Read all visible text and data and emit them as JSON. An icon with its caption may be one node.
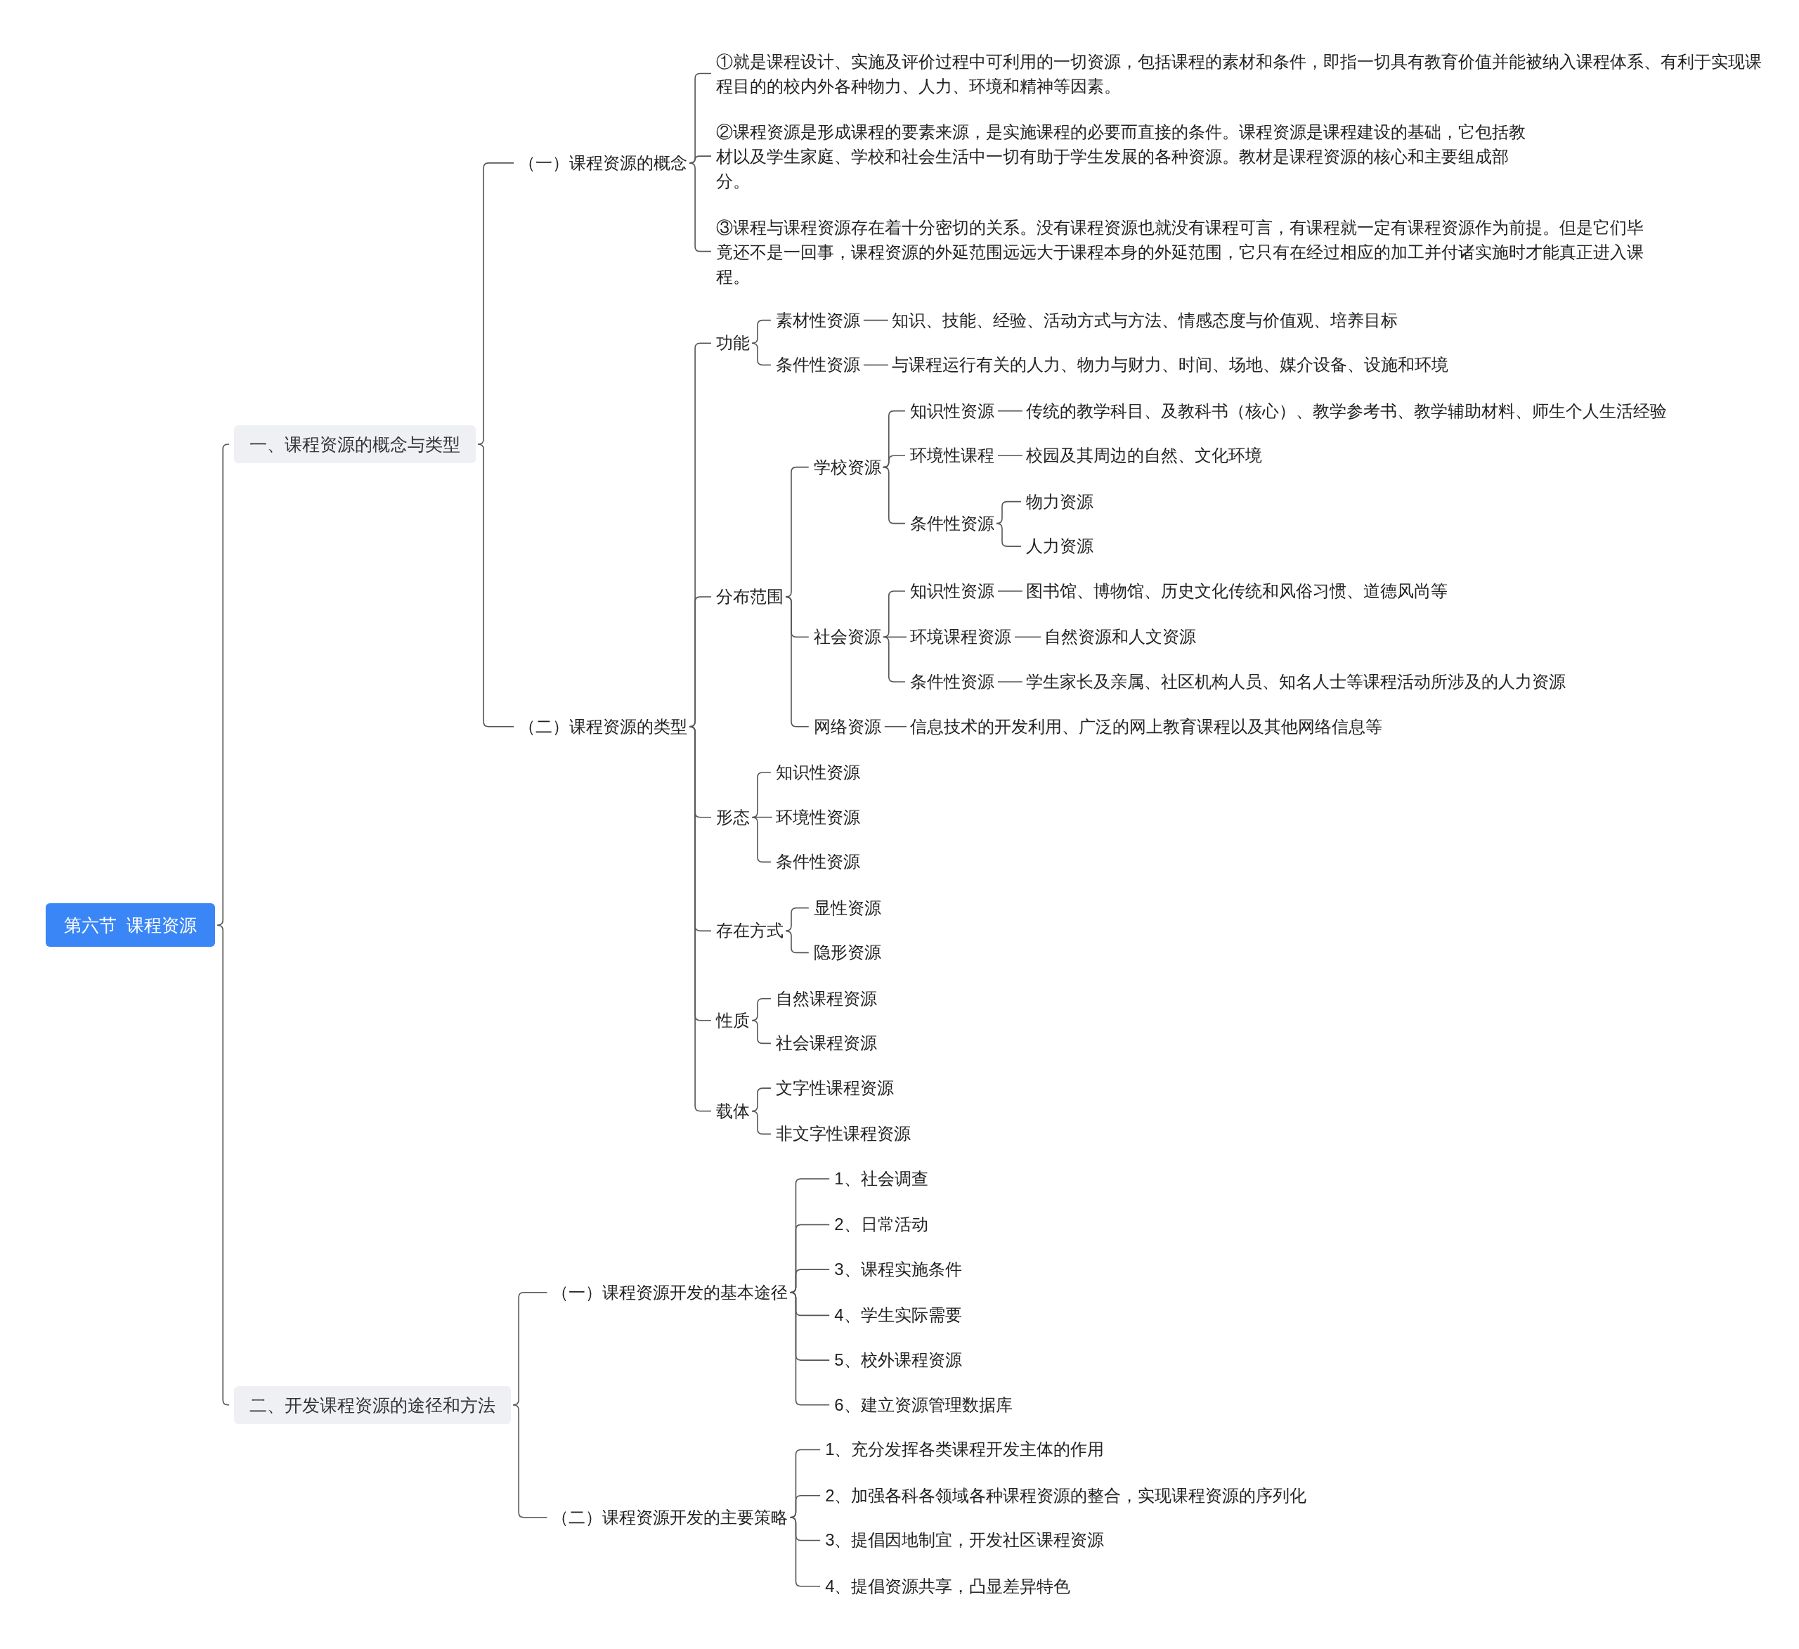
{
  "diagram": {
    "nodes": [
      {
        "text": [
          "第六节  课程资源"
        ]
      },
      {
        "text": [
          "一、课程资源的概念与类型"
        ]
      },
      {
        "text": [
          "（一）课程资源的概念"
        ]
      },
      {
        "text": [
          "①就是课程设计、实施及评价过程中可利用的一切资源，包括课程的素材和条件，即指一切具有教育价值并能被纳入课程体系、有利于实现课程目的的校内外各种物力、人力、环境和精神等因素。"
        ]
      },
      {
        "text": [
          "②课程资源是形成课程的要素来源，是实施课程的必要而直接的条件。课程资源是课程建设的基础，它包括教材以及学生家庭、学校和社会生活中一切有助于学生发展的各种资源。教材是课程资源的核心和主要组成部分。"
        ]
      },
      {
        "text": [
          "③课程与课程资源存在着十分密切的关系。没有课程资源也就没有课程可言，有课程就一定有课程资源作为前提。但是它们毕竟还不是一回事，课程资源的外延范围远远大于课程本身的外延范围，它只有在经过相应的加工并付诸实施时才能真正进入课程。"
        ]
      },
      {
        "text": [
          "（二）课程资源的类型"
        ]
      },
      {
        "text": [
          "功能"
        ]
      },
      {
        "text": [
          "素材性资源"
        ]
      },
      {
        "text": [
          "知识、技能、经验、活动方式与方法、情感态度与价值观、培养目标"
        ]
      },
      {
        "text": [
          "条件性资源"
        ]
      },
      {
        "text": [
          "与课程运行有关的人力、物力与财力、时间、场地、媒介设备、设施和环境"
        ]
      },
      {
        "text": [
          "分布范围"
        ]
      },
      {
        "text": [
          "学校资源"
        ]
      },
      {
        "text": [
          "知识性资源"
        ]
      },
      {
        "text": [
          "传统的教学科目、及教科书（核心）、教学参考书、教学辅助材料、师生个人生活经验"
        ]
      },
      {
        "text": [
          "环境性课程"
        ]
      },
      {
        "text": [
          "校园及其周边的自然、文化环境"
        ]
      },
      {
        "text": [
          "条件性资源"
        ]
      },
      {
        "text": [
          "物力资源"
        ]
      },
      {
        "text": [
          "人力资源"
        ]
      },
      {
        "text": [
          "社会资源"
        ]
      },
      {
        "text": [
          "知识性资源"
        ]
      },
      {
        "text": [
          "图书馆、博物馆、历史文化传统和风俗习惯、道德风尚等"
        ]
      },
      {
        "text": [
          "环境课程资源"
        ]
      },
      {
        "text": [
          "自然资源和人文资源"
        ]
      },
      {
        "text": [
          "条件性资源"
        ]
      },
      {
        "text": [
          "学生家长及亲属、社区机构人员、知名人士等课程活动所涉及的人力资源"
        ]
      },
      {
        "text": [
          "网络资源"
        ]
      },
      {
        "text": [
          "信息技术的开发利用、广泛的网上教育课程以及其他网络信息等"
        ]
      },
      {
        "text": [
          "形态"
        ]
      },
      {
        "text": [
          "知识性资源"
        ]
      },
      {
        "text": [
          "环境性资源"
        ]
      },
      {
        "text": [
          "条件性资源"
        ]
      },
      {
        "text": [
          "存在方式"
        ]
      },
      {
        "text": [
          "显性资源"
        ]
      },
      {
        "text": [
          "隐形资源"
        ]
      },
      {
        "text": [
          "性质"
        ]
      },
      {
        "text": [
          "自然课程资源"
        ]
      },
      {
        "text": [
          "社会课程资源"
        ]
      },
      {
        "text": [
          "载体"
        ]
      },
      {
        "text": [
          "文字性课程资源"
        ]
      },
      {
        "text": [
          "非文字性课程资源"
        ]
      },
      {
        "text": [
          "二、开发课程资源的途径和方法"
        ]
      },
      {
        "text": [
          "（一）课程资源开发的基本途径"
        ]
      },
      {
        "text": [
          "1、社会调查"
        ]
      },
      {
        "text": [
          "2、日常活动"
        ]
      },
      {
        "text": [
          "3、课程实施条件"
        ]
      },
      {
        "text": [
          "4、学生实际需要"
        ]
      },
      {
        "text": [
          "5、校外课程资源"
        ]
      },
      {
        "text": [
          "6、建立资源管理数据库"
        ]
      },
      {
        "text": [
          "（二）课程资源开发的主要策略"
        ]
      },
      {
        "text": [
          "1、充分发挥各类课程开发主体的作用"
        ]
      },
      {
        "text": [
          "2、加强各科各领域各种课程资源的整合，实现课程资源的序列化"
        ]
      },
      {
        "text": [
          "3、提倡因地制宜，开发社区课程资源"
        ]
      },
      {
        "text": [
          "4、提倡资源共享，凸显差异特色"
        ]
      }
    ],
    "edges": [
      {
        "from": 0,
        "to": 1,
        "arrow": "none"
      },
      {
        "from": 0,
        "to": 43,
        "arrow": "none"
      },
      {
        "from": 1,
        "to": 2,
        "arrow": "none"
      },
      {
        "from": 1,
        "to": 6,
        "arrow": "none"
      },
      {
        "from": 2,
        "to": 3,
        "arrow": "none"
      },
      {
        "from": 2,
        "to": 4,
        "arrow": "none"
      },
      {
        "from": 2,
        "to": 5,
        "arrow": "none"
      },
      {
        "from": 6,
        "to": 7,
        "arrow": "none"
      },
      {
        "from": 6,
        "to": 12,
        "arrow": "none"
      },
      {
        "from": 6,
        "to": 30,
        "arrow": "none"
      },
      {
        "from": 6,
        "to": 34,
        "arrow": "none"
      },
      {
        "from": 6,
        "to": 37,
        "arrow": "none"
      },
      {
        "from": 6,
        "to": 40,
        "arrow": "none"
      },
      {
        "from": 7,
        "to": 8,
        "arrow": "none"
      },
      {
        "from": 7,
        "to": 10,
        "arrow": "none"
      },
      {
        "from": 8,
        "to": 9,
        "arrow": "none"
      },
      {
        "from": 10,
        "to": 11,
        "arrow": "none"
      },
      {
        "from": 12,
        "to": 13,
        "arrow": "none"
      },
      {
        "from": 12,
        "to": 21,
        "arrow": "none"
      },
      {
        "from": 12,
        "to": 28,
        "arrow": "none"
      },
      {
        "from": 13,
        "to": 14,
        "arrow": "none"
      },
      {
        "from": 13,
        "to": 16,
        "arrow": "none"
      },
      {
        "from": 13,
        "to": 18,
        "arrow": "none"
      },
      {
        "from": 14,
        "to": 15,
        "arrow": "none"
      },
      {
        "from": 16,
        "to": 17,
        "arrow": "none"
      },
      {
        "from": 18,
        "to": 19,
        "arrow": "none"
      },
      {
        "from": 18,
        "to": 20,
        "arrow": "none"
      },
      {
        "from": 21,
        "to": 22,
        "arrow": "none"
      },
      {
        "from": 21,
        "to": 24,
        "arrow": "none"
      },
      {
        "from": 21,
        "to": 26,
        "arrow": "none"
      },
      {
        "from": 22,
        "to": 23,
        "arrow": "none"
      },
      {
        "from": 24,
        "to": 25,
        "arrow": "none"
      },
      {
        "from": 26,
        "to": 27,
        "arrow": "none"
      },
      {
        "from": 28,
        "to": 29,
        "arrow": "none"
      },
      {
        "from": 30,
        "to": 31,
        "arrow": "none"
      },
      {
        "from": 30,
        "to": 32,
        "arrow": "none"
      },
      {
        "from": 30,
        "to": 33,
        "arrow": "none"
      },
      {
        "from": 34,
        "to": 35,
        "arrow": "none"
      },
      {
        "from": 34,
        "to": 36,
        "arrow": "none"
      },
      {
        "from": 37,
        "to": 38,
        "arrow": "none"
      },
      {
        "from": 37,
        "to": 39,
        "arrow": "none"
      },
      {
        "from": 40,
        "to": 41,
        "arrow": "none"
      },
      {
        "from": 40,
        "to": 42,
        "arrow": "none"
      },
      {
        "from": 43,
        "to": 44,
        "arrow": "none"
      },
      {
        "from": 43,
        "to": 51,
        "arrow": "none"
      },
      {
        "from": 44,
        "to": 45,
        "arrow": "none"
      },
      {
        "from": 44,
        "to": 46,
        "arrow": "none"
      },
      {
        "from": 44,
        "to": 47,
        "arrow": "none"
      },
      {
        "from": 44,
        "to": 48,
        "arrow": "none"
      },
      {
        "from": 44,
        "to": 49,
        "arrow": "none"
      },
      {
        "from": 44,
        "to": 50,
        "arrow": "none"
      },
      {
        "from": 51,
        "to": 52,
        "arrow": "none"
      },
      {
        "from": 51,
        "to": 53,
        "arrow": "none"
      },
      {
        "from": 51,
        "to": 54,
        "arrow": "none"
      },
      {
        "from": 51,
        "to": 55,
        "arrow": "none"
      }
    ]
  }
}
